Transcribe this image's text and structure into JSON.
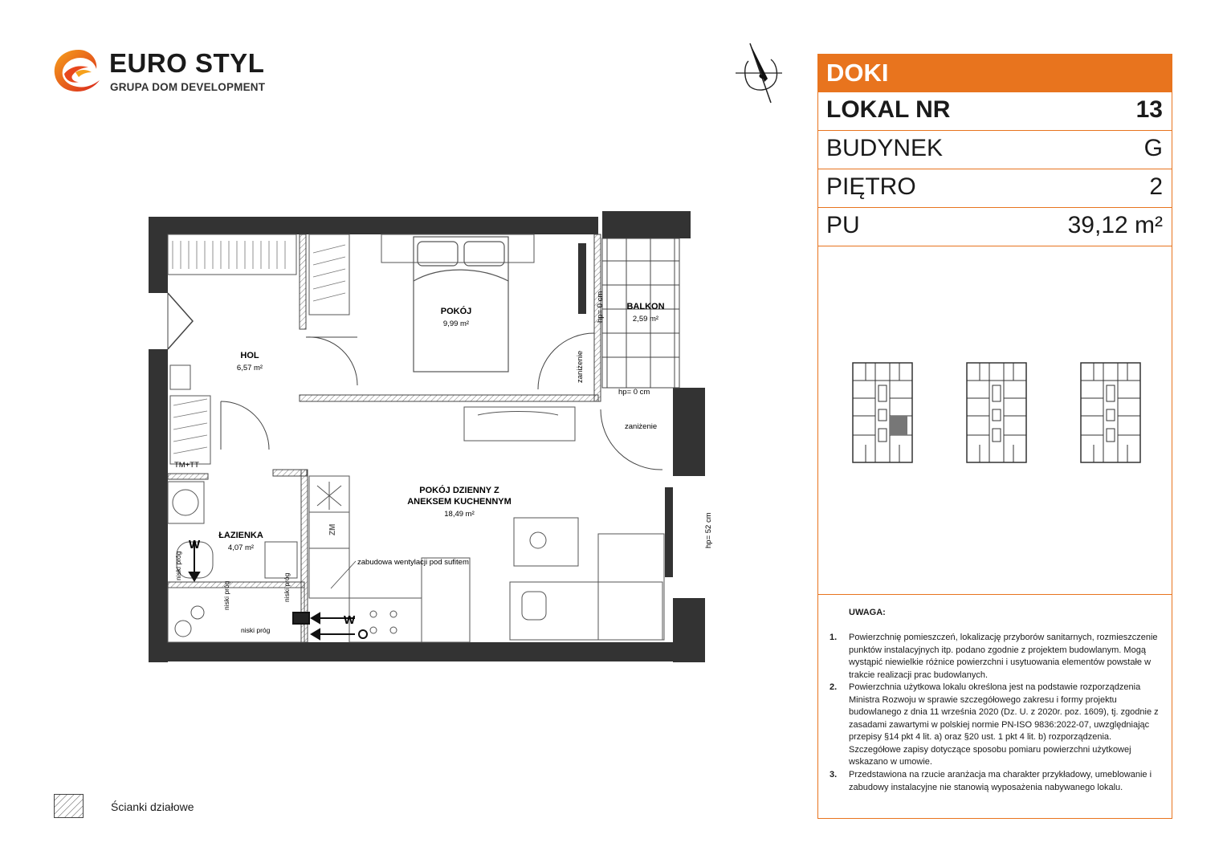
{
  "brand": {
    "name": "EURO STYL",
    "subtitle": "GRUPA DOM DEVELOPMENT",
    "accent": "#e8741e"
  },
  "panel": {
    "title": "DOKI",
    "rows": [
      {
        "label": "LOKAL NR",
        "value": "13"
      },
      {
        "label": "BUDYNEK",
        "value": "G"
      },
      {
        "label": "PIĘTRO",
        "value": "2"
      },
      {
        "label": "PU",
        "value": "39,12 m²"
      }
    ]
  },
  "notes": {
    "heading": "UWAGA:",
    "items": [
      {
        "num": "1.",
        "text": "Powierzchnię pomieszczeń, lokalizację przyborów sanitarnych, rozmieszczenie punktów instalacyjnych itp. podano zgodnie z projektem budowlanym. Mogą wystąpić niewielkie różnice powierzchni i usytuowania elementów powstałe w trakcie realizacji prac budowlanych."
      },
      {
        "num": "2.",
        "text": "Powierzchnia użytkowa lokalu określona jest na podstawie rozporządzenia Ministra Rozwoju w sprawie szczegółowego zakresu i formy projektu budowlanego z dnia 11 września 2020 (Dz. U. z 2020r. poz. 1609), tj. zgodnie z zasadami zawartymi w polskiej normie PN-ISO 9836:2022-07, uwzględniając przepisy §14 pkt 4 lit. a) oraz §20 ust. 1 pkt 4 lit. b) rozporządzenia. Szczegółowe zapisy dotyczące sposobu pomiaru powierzchni użytkowej wskazano w umowie."
      },
      {
        "num": "3.",
        "text": "Przedstawiona na rzucie aranżacja ma charakter przykładowy, umeblowanie i zabudowy instalacyjne nie stanowią wyposażenia nabywanego lokalu."
      }
    ]
  },
  "legend": {
    "label": "Ścianki działowe"
  },
  "plan": {
    "rooms": {
      "pokoj": {
        "name": "POKÓJ",
        "area": "9,99 m²"
      },
      "balkon": {
        "name": "BALKON",
        "area": "2,59 m²"
      },
      "hol": {
        "name": "HOL",
        "area": "6,57 m²"
      },
      "dzienny": {
        "line1": "POKÓJ DZIENNY Z",
        "line2": "ANEKSEM KUCHENNYM",
        "area": "18,49 m²"
      },
      "lazienka": {
        "name": "ŁAZIENKA",
        "area": "4,07 m²"
      }
    },
    "labels": {
      "hp0_a": "hp= 0 cm",
      "hp0_b": "hp= 0 cm",
      "hp52": "hp= 52 cm",
      "zanizenie_a": "zaniżenie",
      "zanizenie_b": "zaniżenie",
      "tmtt": "TM+TT",
      "wentylacja": "zabudowa wentylacji pod sufitem",
      "niski_prog_a": "niski próg",
      "niski_prog_b": "niski próg",
      "niski_prog_c": "niski próg",
      "niski_prog_d": "niski próg",
      "w_a": "W",
      "w_b": "W",
      "zm": "ZM"
    }
  }
}
